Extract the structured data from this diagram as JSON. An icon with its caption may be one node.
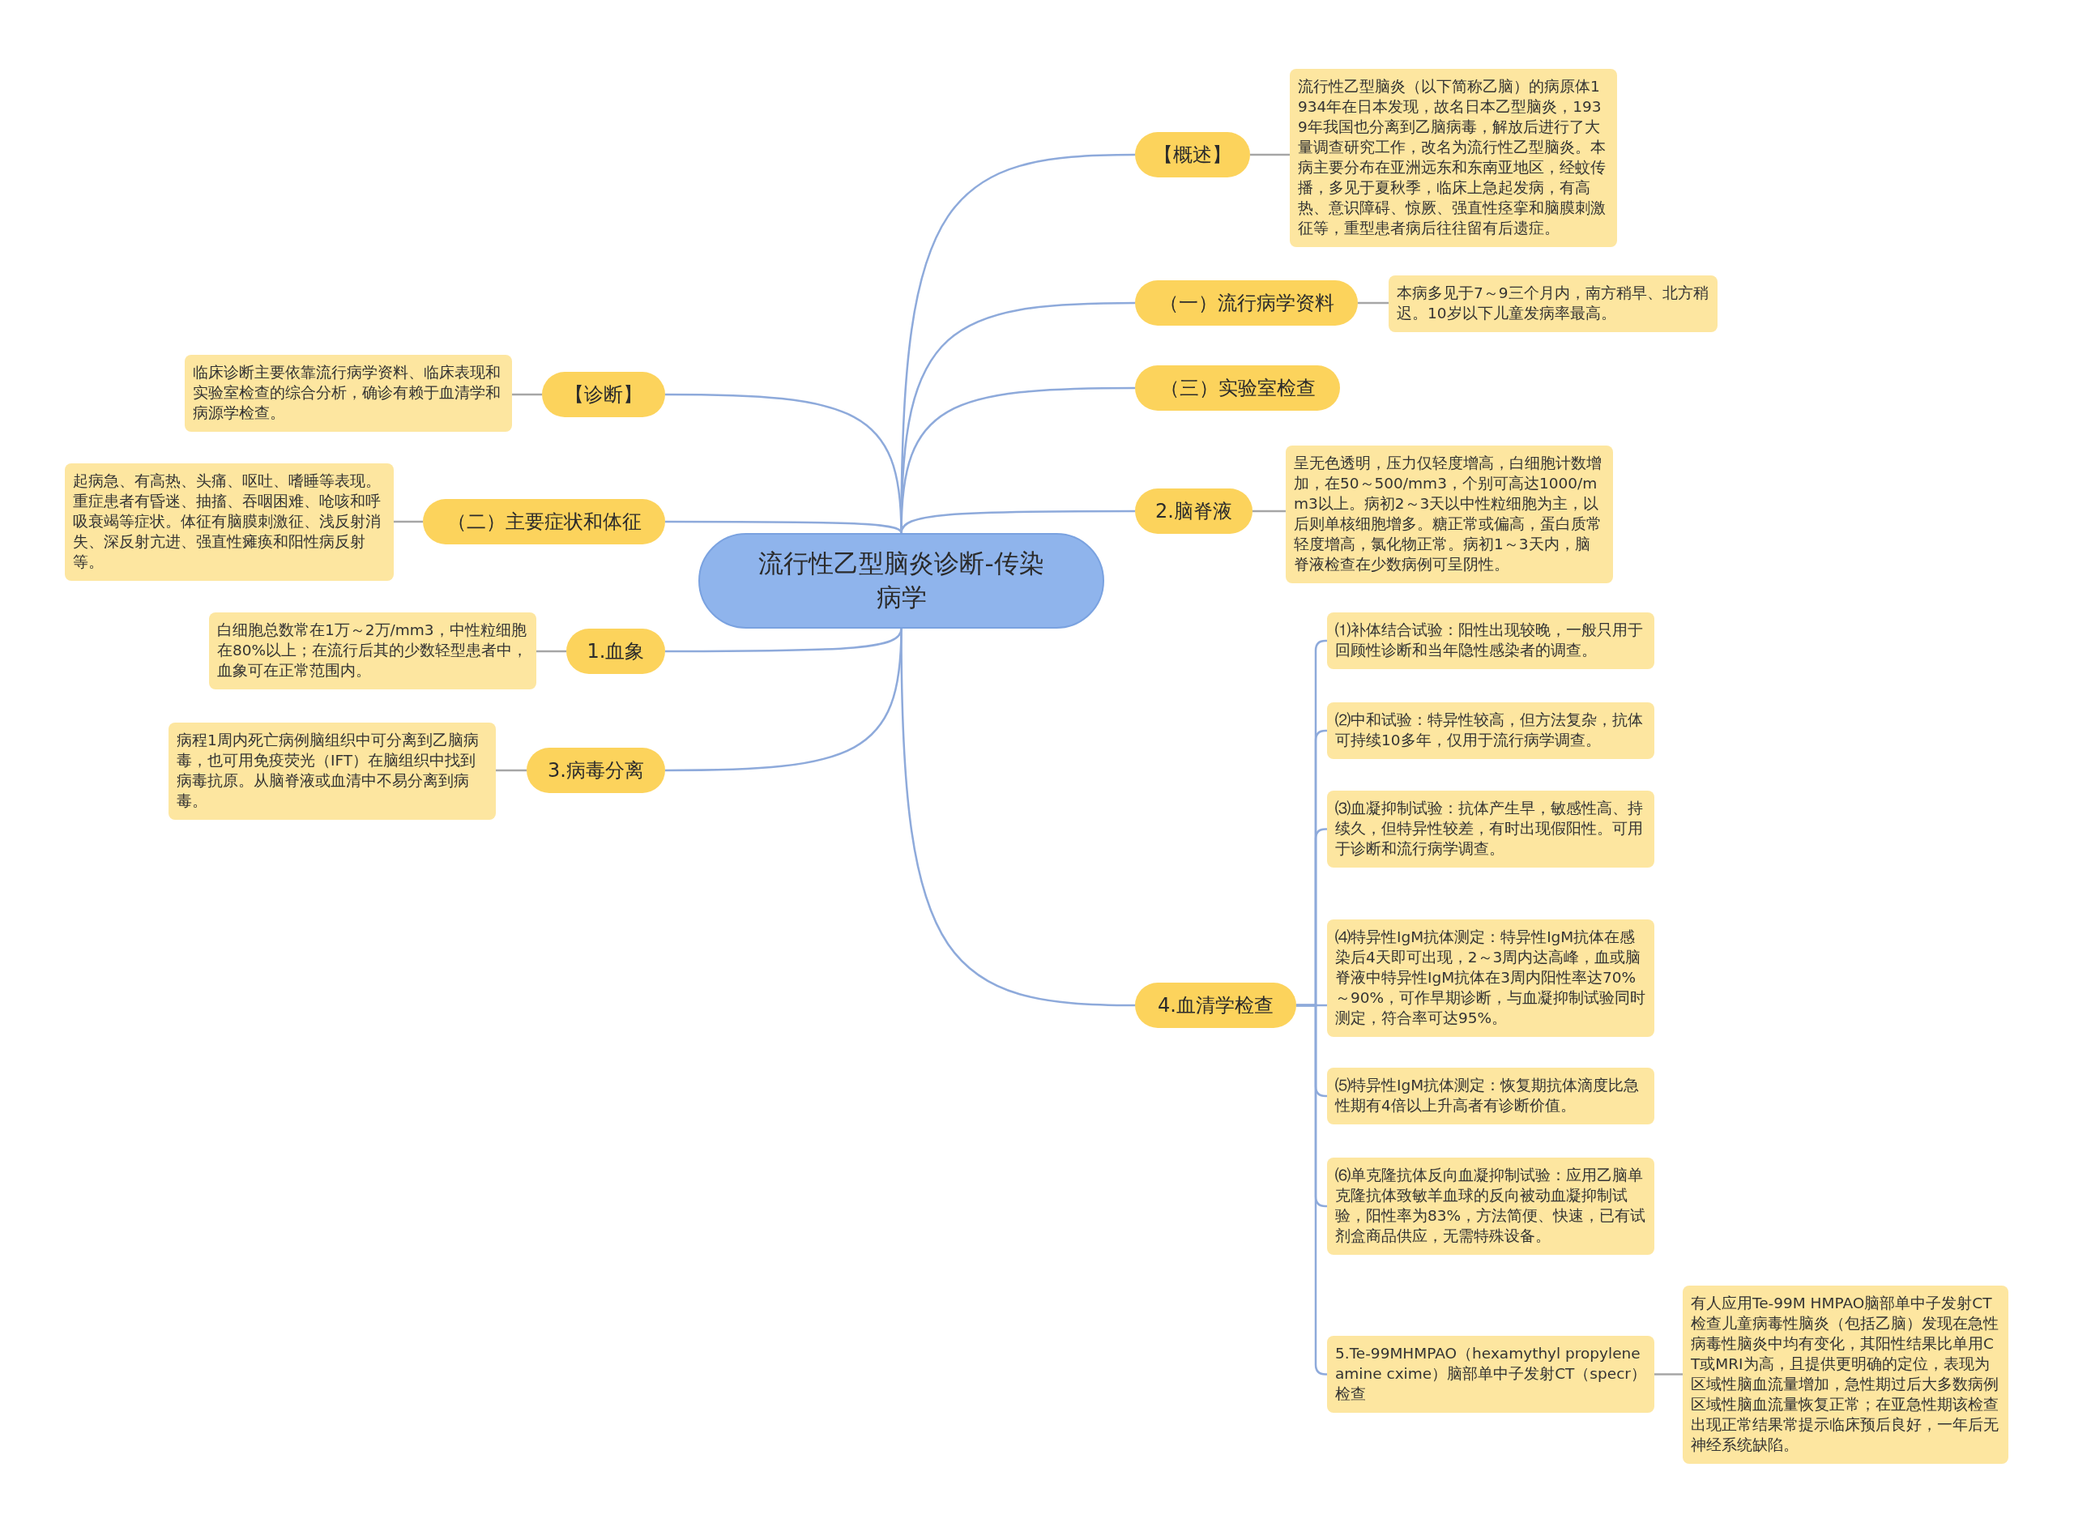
{
  "diagram": {
    "nodes": [
      {
        "text": [
          "流行性乙型脑炎诊断-传染病学"
        ]
      },
      {
        "text": [
          "【概述】"
        ]
      },
      {
        "text": [
          "流行性乙型脑炎（以下简称乙脑）的病原体1934年在日本发现，故名日本乙型脑炎，1939年我国也分离到乙脑病毒，解放后进行了大量调查研究工作，改名为流行性乙型脑炎。本病主要分布在亚洲远东和东南亚地区，经蚊传播，多见于夏秋季，临床上急起发病，有高热、意识障碍、惊厥、强直性痉挛和脑膜刺激征等，重型患者病后往往留有后遗症。"
        ]
      },
      {
        "text": [
          "（一）流行病学资料"
        ]
      },
      {
        "text": [
          "本病多见于7～9三个月内，南方稍早、北方稍迟。10岁以下儿童发病率最高。"
        ]
      },
      {
        "text": [
          "（三）实验室检查"
        ]
      },
      {
        "text": [
          "2.脑脊液"
        ]
      },
      {
        "text": [
          "呈无色透明，压力仅轻度增高，白细胞计数增加，在50～500/mm3，个别可高达1000/mm3以上。病初2～3天以中性粒细胞为主，以后则单核细胞增多。糖正常或偏高，蛋白质常轻度增高，氯化物正常。病初1～3天内，脑脊液检查在少数病例可呈阴性。"
        ]
      },
      {
        "text": [
          "4.血清学检查"
        ]
      },
      {
        "text": [
          "⑴补体结合试验：阳性出现较晚，一般只用于回顾性诊断和当年隐性感染者的调查。"
        ]
      },
      {
        "text": [
          "⑵中和试验：特异性较高，但方法复杂，抗体可持续10多年，仅用于流行病学调查。"
        ]
      },
      {
        "text": [
          "⑶血凝抑制试验：抗体产生早，敏感性高、持续久，但特异性较差，有时出现假阳性。可用于诊断和流行病学调查。"
        ]
      },
      {
        "text": [
          "⑷特异性IgM抗体测定：特异性IgM抗体在感染后4天即可出现，2～3周内达高峰，血或脑脊液中特异性IgM抗体在3周内阳性率达70%～90%，可作早期诊断，与血凝抑制试验同时测定，符合率可达95%。"
        ]
      },
      {
        "text": [
          "⑸特异性IgM抗体测定：恢复期抗体滴度比急性期有4倍以上升高者有诊断价值。"
        ]
      },
      {
        "text": [
          "⑹单克隆抗体反向血凝抑制试验：应用乙脑单克隆抗体致敏羊血球的反向被动血凝抑制试验，阳性率为83%，方法简便、快速，已有试剂盒商品供应，无需特殊设备。"
        ]
      },
      {
        "text": [
          "5.Te-99MHMPAO（hexamythyl propyleneamine cxime）脑部单中子发射CT（specr）检查"
        ]
      },
      {
        "text": [
          "有人应用Te-99M HMPAO脑部单中子发射CT检查儿童病毒性脑炎（包括乙脑）发现在急性病毒性脑炎中均有变化，其阳性结果比单用CT或MRI为高，且提供更明确的定位，表现为区域性脑血流量增加，急性期过后大多数病例区域性脑血流量恢复正常；在亚急性期该检查出现正常结果常提示临床预后良好，一年后无神经系统缺陷。"
        ]
      },
      {
        "text": [
          "【诊断】"
        ]
      },
      {
        "text": [
          "临床诊断主要依靠流行病学资料、临床表现和实验室检查的综合分析，确诊有赖于血清学和病源学检查。"
        ]
      },
      {
        "text": [
          "（二）主要症状和体征"
        ]
      },
      {
        "text": [
          "起病急、有高热、头痛、呕吐、嗜睡等表现。重症患者有昏迷、抽搐、吞咽困难、呛咳和呼吸衰竭等症状。体征有脑膜刺激征、浅反射消失、深反射亢进、强直性瘫痪和阳性病反射等。"
        ]
      },
      {
        "text": [
          "1.血象"
        ]
      },
      {
        "text": [
          "白细胞总数常在1万～2万/mm3，中性粒细胞在80%以上；在流行后其的少数轻型患者中，血象可在正常范围内。"
        ]
      },
      {
        "text": [
          "3.病毒分离"
        ]
      },
      {
        "text": [
          "病程1周内死亡病例脑组织中可分离到乙脑病毒，也可用免疫荧光（IFT）在脑组织中找到病毒抗原。从脑脊液或血清中不易分离到病毒。"
        ]
      }
    ],
    "edges": [
      {
        "from": 0,
        "to": 1,
        "arrow": "none"
      },
      {
        "from": 1,
        "to": 2,
        "arrow": "none",
        "color": "#a6a6a6"
      },
      {
        "from": 0,
        "to": 3,
        "arrow": "none"
      },
      {
        "from": 3,
        "to": 4,
        "arrow": "none",
        "color": "#a6a6a6"
      },
      {
        "from": 0,
        "to": 5,
        "arrow": "none"
      },
      {
        "from": 0,
        "to": 6,
        "arrow": "none"
      },
      {
        "from": 6,
        "to": 7,
        "arrow": "none",
        "color": "#a6a6a6"
      },
      {
        "from": 0,
        "to": 8,
        "arrow": "none"
      },
      {
        "from": 8,
        "to": 9,
        "arrow": "none"
      },
      {
        "from": 8,
        "to": 10,
        "arrow": "none"
      },
      {
        "from": 8,
        "to": 11,
        "arrow": "none"
      },
      {
        "from": 8,
        "to": 12,
        "arrow": "none"
      },
      {
        "from": 8,
        "to": 13,
        "arrow": "none"
      },
      {
        "from": 8,
        "to": 14,
        "arrow": "none"
      },
      {
        "from": 8,
        "to": 15,
        "arrow": "none"
      },
      {
        "from": 15,
        "to": 16,
        "arrow": "none",
        "color": "#a6a6a6"
      },
      {
        "from": 0,
        "to": 17,
        "arrow": "none"
      },
      {
        "from": 17,
        "to": 18,
        "arrow": "none",
        "color": "#a6a6a6"
      },
      {
        "from": 0,
        "to": 19,
        "arrow": "none"
      },
      {
        "from": 19,
        "to": 20,
        "arrow": "none",
        "color": "#a6a6a6"
      },
      {
        "from": 0,
        "to": 21,
        "arrow": "none"
      },
      {
        "from": 21,
        "to": 22,
        "arrow": "none",
        "color": "#a6a6a6"
      },
      {
        "from": 0,
        "to": 23,
        "arrow": "none"
      },
      {
        "from": 23,
        "to": 24,
        "arrow": "none",
        "color": "#a6a6a6"
      }
    ]
  }
}
